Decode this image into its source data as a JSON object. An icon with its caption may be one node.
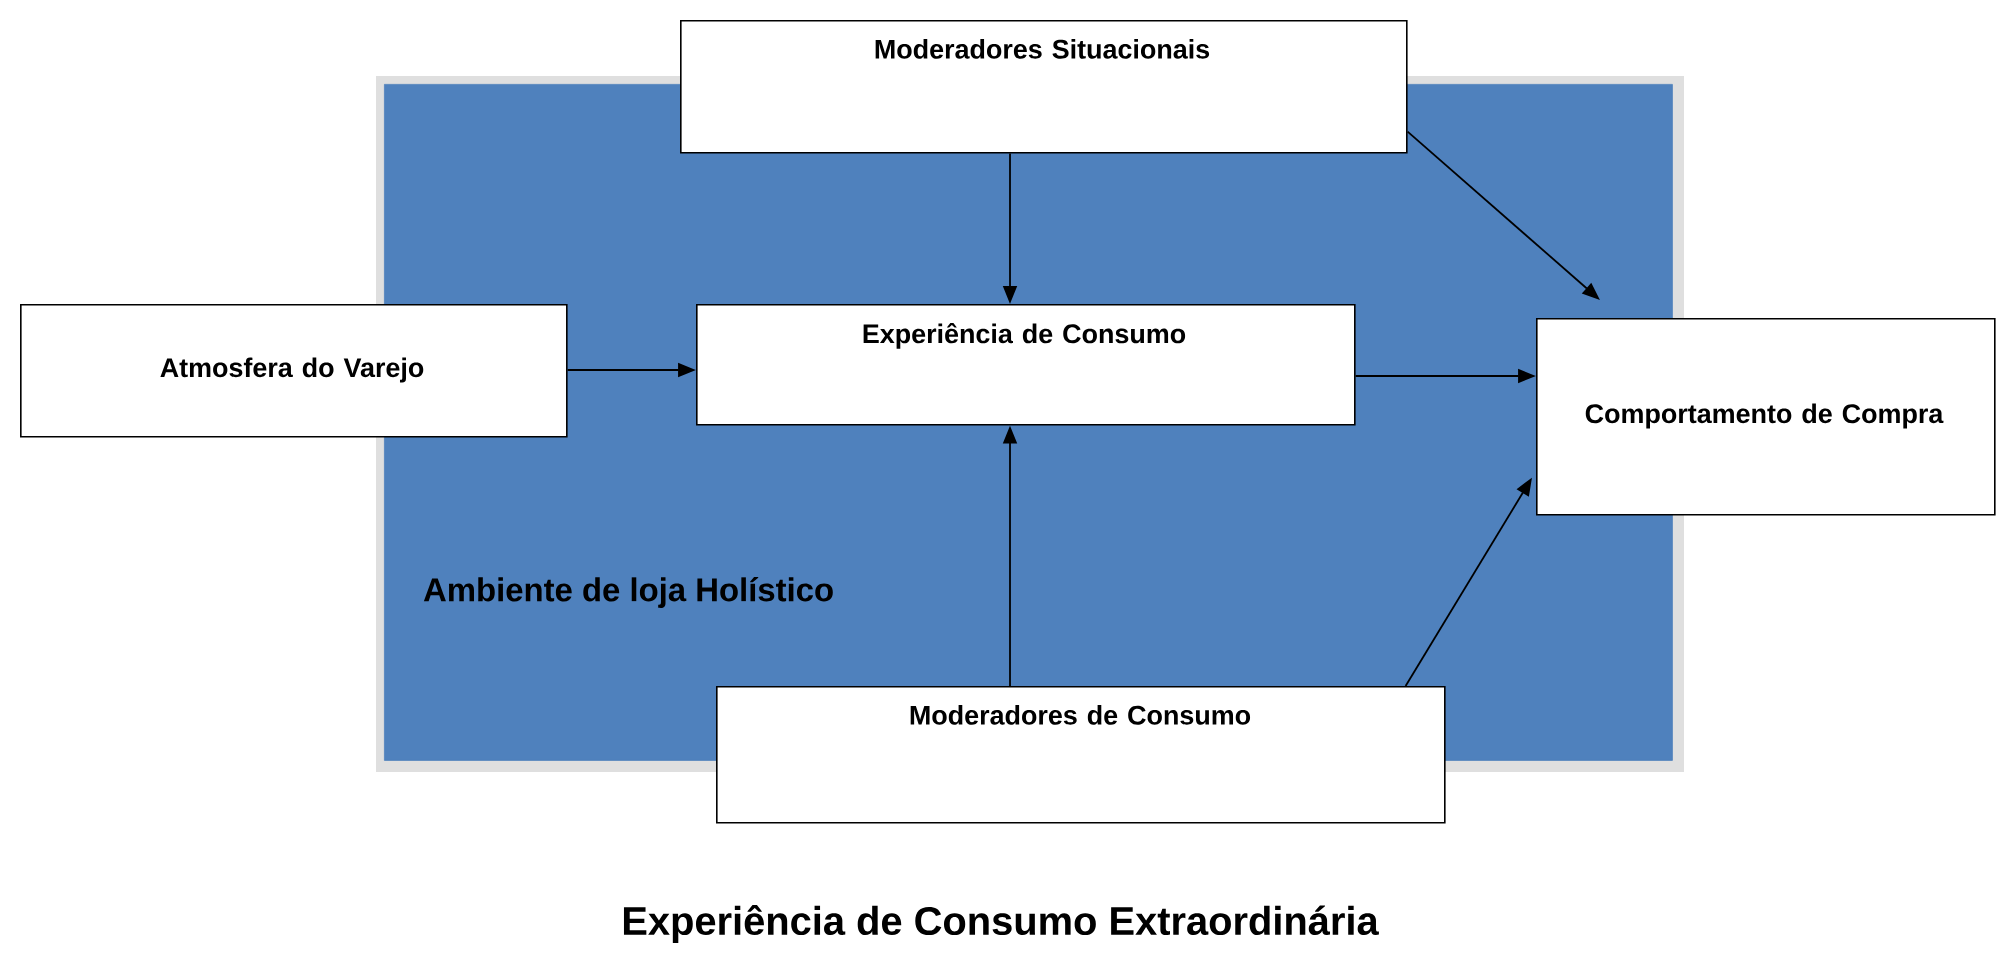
{
  "diagram": {
    "caption": "Experiência de Consumo Extraordinária",
    "nodes": [
      {
        "text": [
          "Ambiente de loja Holístico"
        ]
      },
      {
        "text": [
          "Moderadores Situacionais"
        ]
      },
      {
        "text": [
          "Atmosfera do Varejo"
        ]
      },
      {
        "text": [
          "Experiência de Consumo"
        ],
        "in": 0
      },
      {
        "text": [
          "Comportamento de Compra"
        ]
      },
      {
        "text": [
          "Moderadores de Consumo"
        ]
      }
    ],
    "edges": [
      {
        "from": 1,
        "to": 3,
        "arrow": "to"
      },
      {
        "from": 2,
        "to": 3,
        "arrow": "to"
      },
      {
        "from": 3,
        "to": 4,
        "arrow": "to"
      },
      {
        "from": 1,
        "to": 4,
        "arrow": "to"
      },
      {
        "from": 5,
        "to": 3,
        "arrow": "to"
      },
      {
        "from": 5,
        "to": 4,
        "arrow": "to"
      }
    ]
  }
}
